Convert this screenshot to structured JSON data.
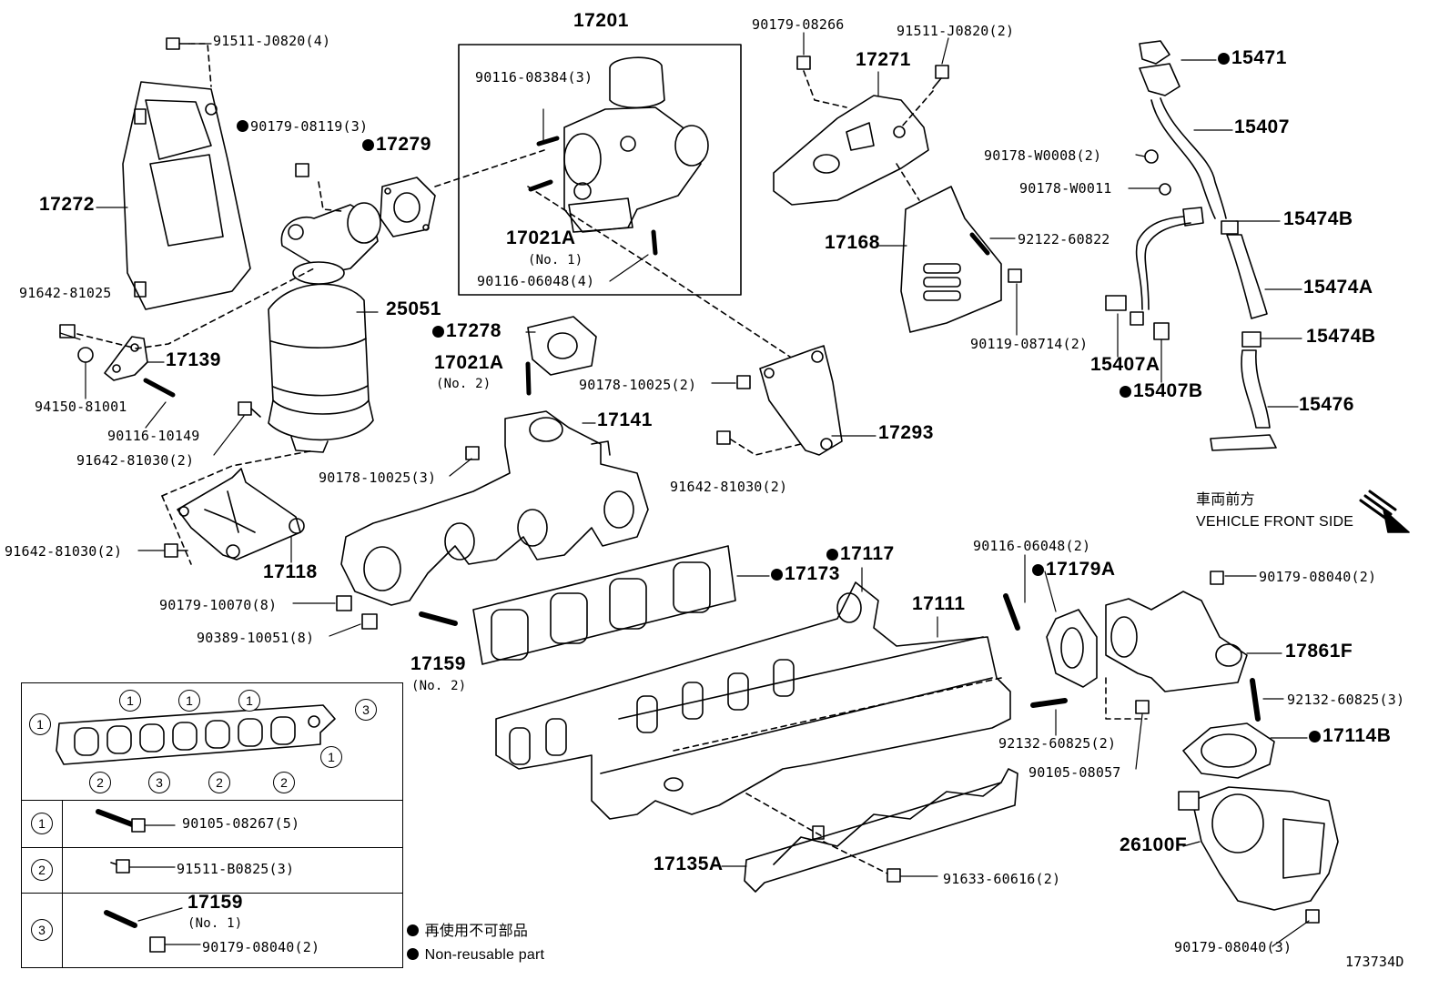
{
  "diagram_id": "173734D",
  "labels": {
    "p91511_j0820_4": "91511-J0820(4)",
    "p17272": "17272",
    "p90179_08119_3": "90179-08119(3)",
    "p17279": "17279",
    "p91642_81025": "91642-81025",
    "p25051": "25051",
    "p17139": "17139",
    "p94150_81001": "94150-81001",
    "p90116_10149": "90116-10149",
    "p91642_81030_2a": "91642-81030(2)",
    "p91642_81030_2b": "91642-81030(2)",
    "p17118": "17118",
    "p90179_10070_8": "90179-10070(8)",
    "p90389_10051_8": "90389-10051(8)",
    "p17201": "17201",
    "p90116_08384_3": "90116-08384(3)",
    "p17021A_1": "17021A",
    "p17021A_1_sub": "(No. 1)",
    "p90116_06048_4": "90116-06048(4)",
    "p17278": "17278",
    "p17021A_2": "17021A",
    "p17021A_2_sub": "(No. 2)",
    "p90178_10025_2": "90178-10025(2)",
    "p17141": "17141",
    "p90178_10025_3": "90178-10025(3)",
    "p91642_81030_2c": "91642-81030(2)",
    "p17293": "17293",
    "p90179_08266": "90179-08266",
    "p91511_j0820_2": "91511-J0820(2)",
    "p17271": "17271",
    "p17168": "17168",
    "p92122_60822": "92122-60822",
    "p90119_08714_2": "90119-08714(2)",
    "p15471": "15471",
    "p15407": "15407",
    "p90178_w0008_2": "90178-W0008(2)",
    "p90178_w0011": "90178-W0011",
    "p15474B_a": "15474B",
    "p15474A": "15474A",
    "p15474B_b": "15474B",
    "p15407A": "15407A",
    "p15407B": "15407B",
    "p15476": "15476",
    "p17117": "17117",
    "p17173": "17173",
    "p17159_2": "17159",
    "p17159_2_sub": "(No. 2)",
    "p17111": "17111",
    "p90116_06048_2": "90116-06048(2)",
    "p17179A": "17179A",
    "p90179_08040_2a": "90179-08040(2)",
    "p17861F": "17861F",
    "p92132_60825_3": "92132-60825(3)",
    "p92132_60825_2": "92132-60825(2)",
    "p90105_08057": "90105-08057",
    "p17114B": "17114B",
    "p26100F": "26100F",
    "p90179_08040_3": "90179-08040(3)",
    "p17135A": "17135A",
    "p91633_60616_2": "91633-60616(2)",
    "front_jp": "車両前方",
    "front_en": "VEHICLE FRONT SIDE"
  },
  "legend": {
    "callouts": [
      "1",
      "2",
      "3"
    ],
    "row1_part": "90105-08267(5)",
    "row2_part": "91511-B0825(3)",
    "row3_part_a": "17159",
    "row3_part_a_sub": "(No. 1)",
    "row3_part_b": "90179-08040(2)"
  },
  "notes": {
    "nonreusable_jp": "再使用不可部品",
    "nonreusable_en": "Non-reusable part"
  }
}
